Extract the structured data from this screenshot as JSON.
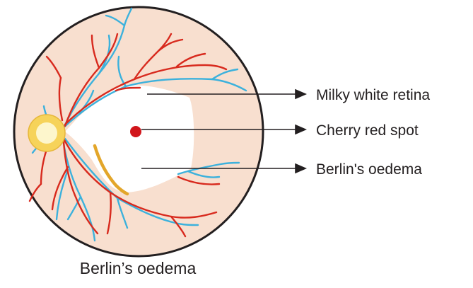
{
  "labels": [
    {
      "id": "milky",
      "text": "Milky white retina"
    },
    {
      "id": "cherry",
      "text": "Cherry red spot"
    },
    {
      "id": "berlin",
      "text": "Berlin's oedema"
    }
  ],
  "caption": "Berlin’s oedema",
  "colors": {
    "fundus": "#f8dfcf",
    "outline": "#231f20",
    "arteries": "#d82a1e",
    "veins": "#3cb1dc",
    "optic_disc_outer": "#f6d35a",
    "optic_disc_inner": "#fdf6cc",
    "cherry_spot": "#d1151b",
    "oedema": "#ffffff",
    "hemorrhage_streak": "#e3a62a",
    "arrow": "#231f20"
  }
}
